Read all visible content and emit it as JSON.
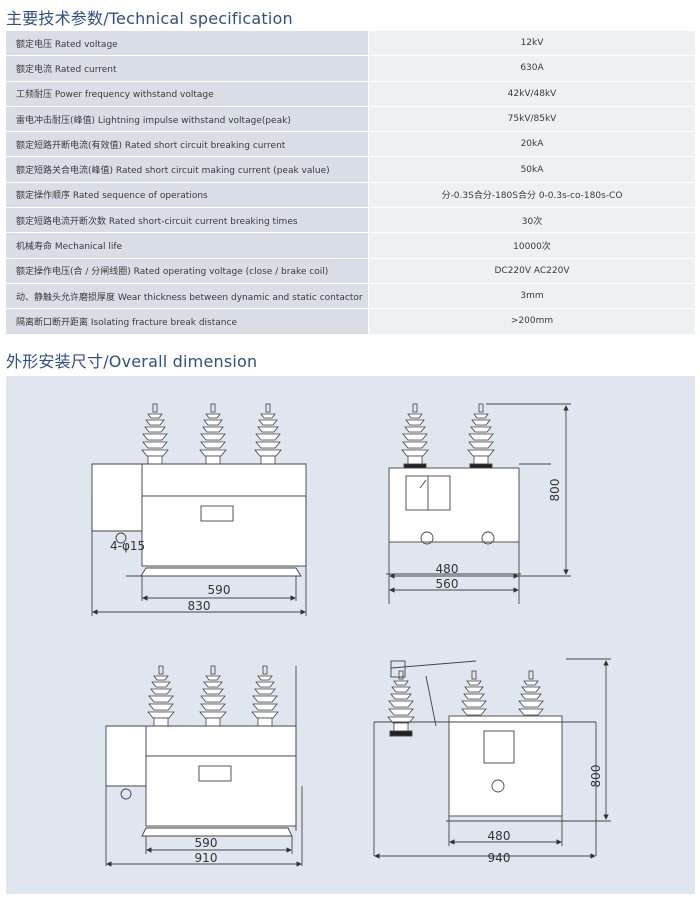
{
  "headings": {
    "spec": "主要技术参数/Technical specification",
    "dimension": "外形安装尺寸/Overall dimension"
  },
  "spec_rows": [
    {
      "param": "额定电压 Rated voltage",
      "value": "12kV"
    },
    {
      "param": "额定电流 Rated current",
      "value": "630A"
    },
    {
      "param": "工频耐压 Power frequency withstand voltage",
      "value": "42kV/48kV"
    },
    {
      "param": "雷电冲击耐压(峰值) Lightning impulse withstand voltage(peak)",
      "value": "75kV/85kV"
    },
    {
      "param": "额定短路开断电流(有效值) Rated short circuit breaking current",
      "value": "20kA"
    },
    {
      "param": "额定短路关合电流(峰值) Rated short circuit making current (peak value)",
      "value": "50kA"
    },
    {
      "param": "额定操作顺序 Rated sequence of operations",
      "value": "分-0.3S合分-180S合分 0-0.3s-co-180s-CO"
    },
    {
      "param": "额定短路电流开断次数 Rated short-circuit current breaking times",
      "value": "30次"
    },
    {
      "param": "机械寿命 Mechanical life",
      "value": "10000次"
    },
    {
      "param": "额定操作电压(合 / 分闸线圈) Rated operating voltage (close / brake coil)",
      "value": "DC220V AC220V"
    },
    {
      "param": "动、静触头允许磨损厚度 Wear thickness between dynamic and static contactor",
      "value": "3mm"
    },
    {
      "param": "隔离断口断开距离 Isolating fracture break distance",
      "value": ">200mm"
    }
  ],
  "drawings": {
    "d1": {
      "hole": "4-φ15",
      "inner_width": "590",
      "outer_width": "830"
    },
    "d2": {
      "height": "800",
      "inner_width": "480",
      "outer_width": "560"
    },
    "d3": {
      "inner_width": "590",
      "outer_width": "910"
    },
    "d4": {
      "height": "800",
      "inner_width": "480",
      "outer_width": "940"
    }
  },
  "colors": {
    "heading": "#2f4f8a",
    "param_cell": "#d9dee6",
    "value_cell": "#eef0f4",
    "panel": "#dfe6f0"
  }
}
